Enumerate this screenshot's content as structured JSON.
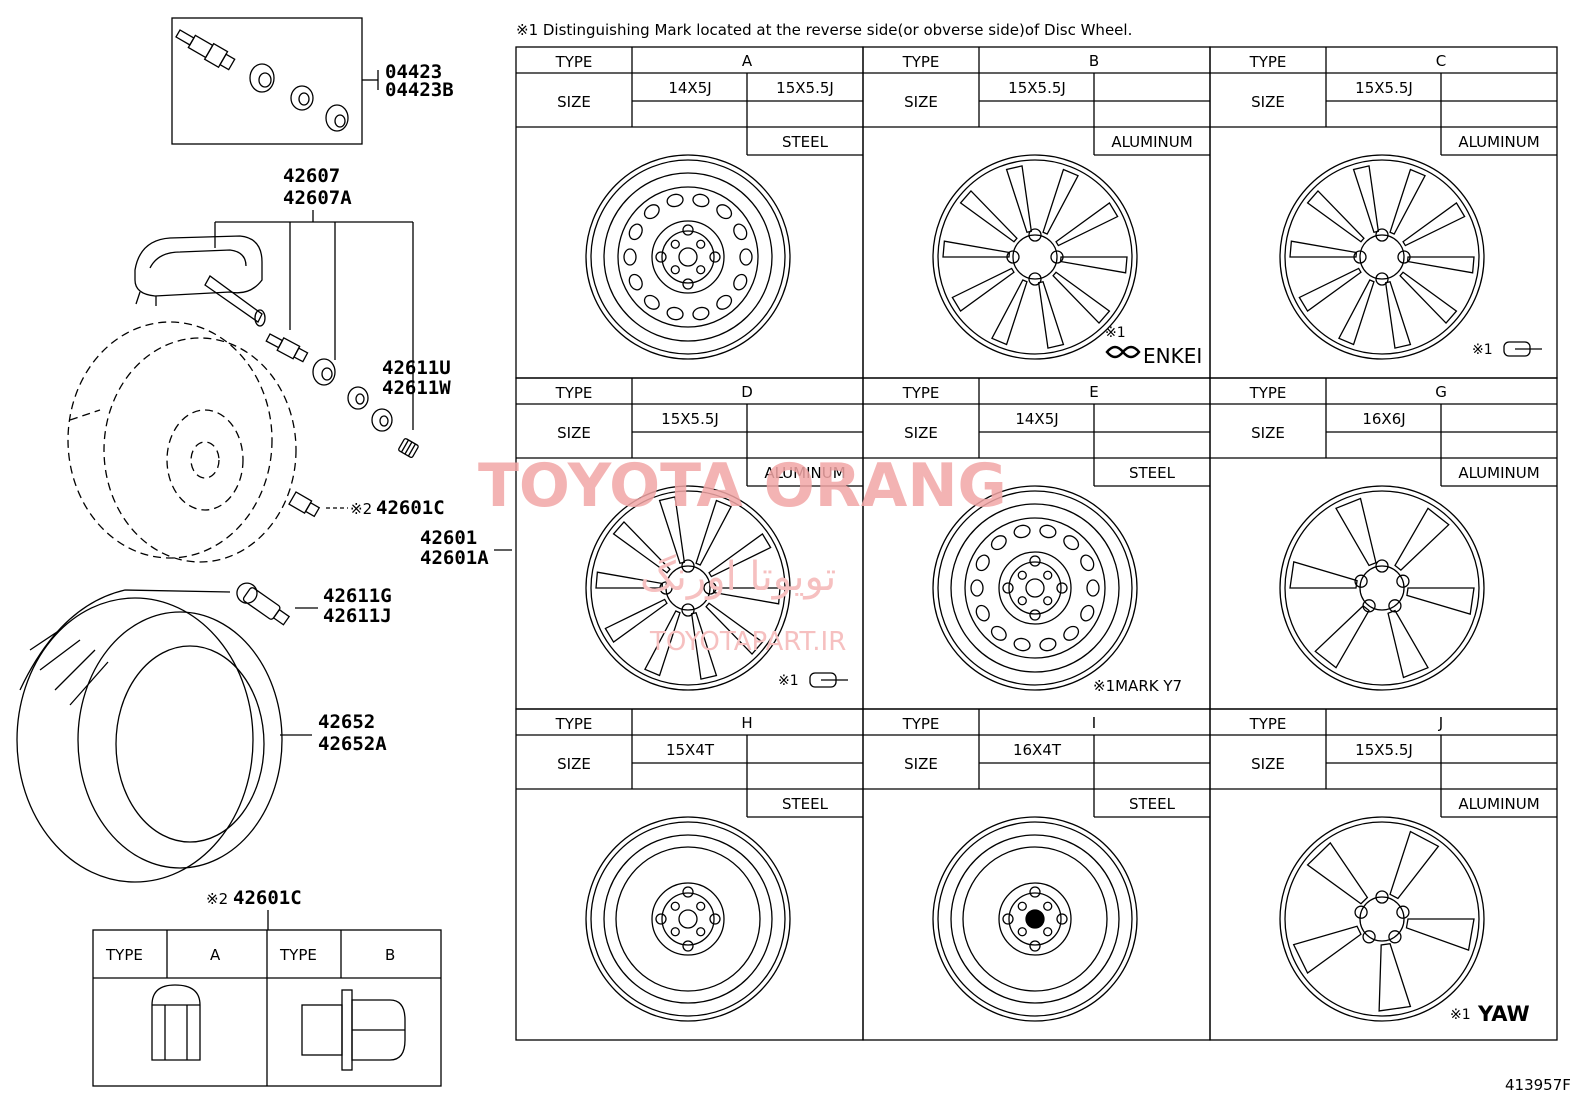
{
  "note": "※1 Distinguishing Mark located at the reverse side(or obverse side)of Disc Wheel.",
  "code": "413957F",
  "watermark": {
    "main": "TOYOTA ORANG",
    "sub": "TOYOTAPART.IR",
    "arabic": "تويوتا اورنگ"
  },
  "parts": {
    "p04423": "04423",
    "p04423B": "04423B",
    "p42607": "42607",
    "p42607A": "42607A",
    "p42611U": "42611U",
    "p42611W": "42611W",
    "p42601C": "42601C",
    "mark2": "※2",
    "p42601": "42601",
    "p42601A": "42601A",
    "p42611G": "42611G",
    "p42611J": "42611J",
    "p42652": "42652",
    "p42652A": "42652A"
  },
  "nut_table": {
    "title_mark": "※2",
    "title": "42601C",
    "type_label": "TYPE",
    "types": [
      "A",
      "B"
    ]
  },
  "wheel_table": {
    "type_label": "TYPE",
    "size_label": "SIZE",
    "wheels": [
      {
        "type": "A",
        "sizes": [
          "14X5J",
          "15X5.5J"
        ],
        "material": "STEEL",
        "mark": ""
      },
      {
        "type": "B",
        "sizes": [
          "15X5.5J"
        ],
        "material": "ALUMINUM",
        "mark": "※1",
        "mark_text": "ENKEI"
      },
      {
        "type": "C",
        "sizes": [
          "15X5.5J"
        ],
        "material": "ALUMINUM",
        "mark": "※1",
        "mark_text": ""
      },
      {
        "type": "D",
        "sizes": [
          "15X5.5J"
        ],
        "material": "ALUMINUM",
        "mark": "※1",
        "mark_text": ""
      },
      {
        "type": "E",
        "sizes": [
          "14X5J"
        ],
        "material": "STEEL",
        "mark": "※1",
        "mark_text": "MARK Y7"
      },
      {
        "type": "G",
        "sizes": [
          "16X6J"
        ],
        "material": "ALUMINUM",
        "mark": "",
        "mark_text": ""
      },
      {
        "type": "H",
        "sizes": [
          "15X4T"
        ],
        "material": "STEEL",
        "mark": "",
        "mark_text": ""
      },
      {
        "type": "I",
        "sizes": [
          "16X4T"
        ],
        "material": "STEEL",
        "mark": "",
        "mark_text": ""
      },
      {
        "type": "J",
        "sizes": [
          "15X5.5J"
        ],
        "material": "ALUMINUM",
        "mark": "※1",
        "mark_text": "YAW"
      }
    ]
  }
}
